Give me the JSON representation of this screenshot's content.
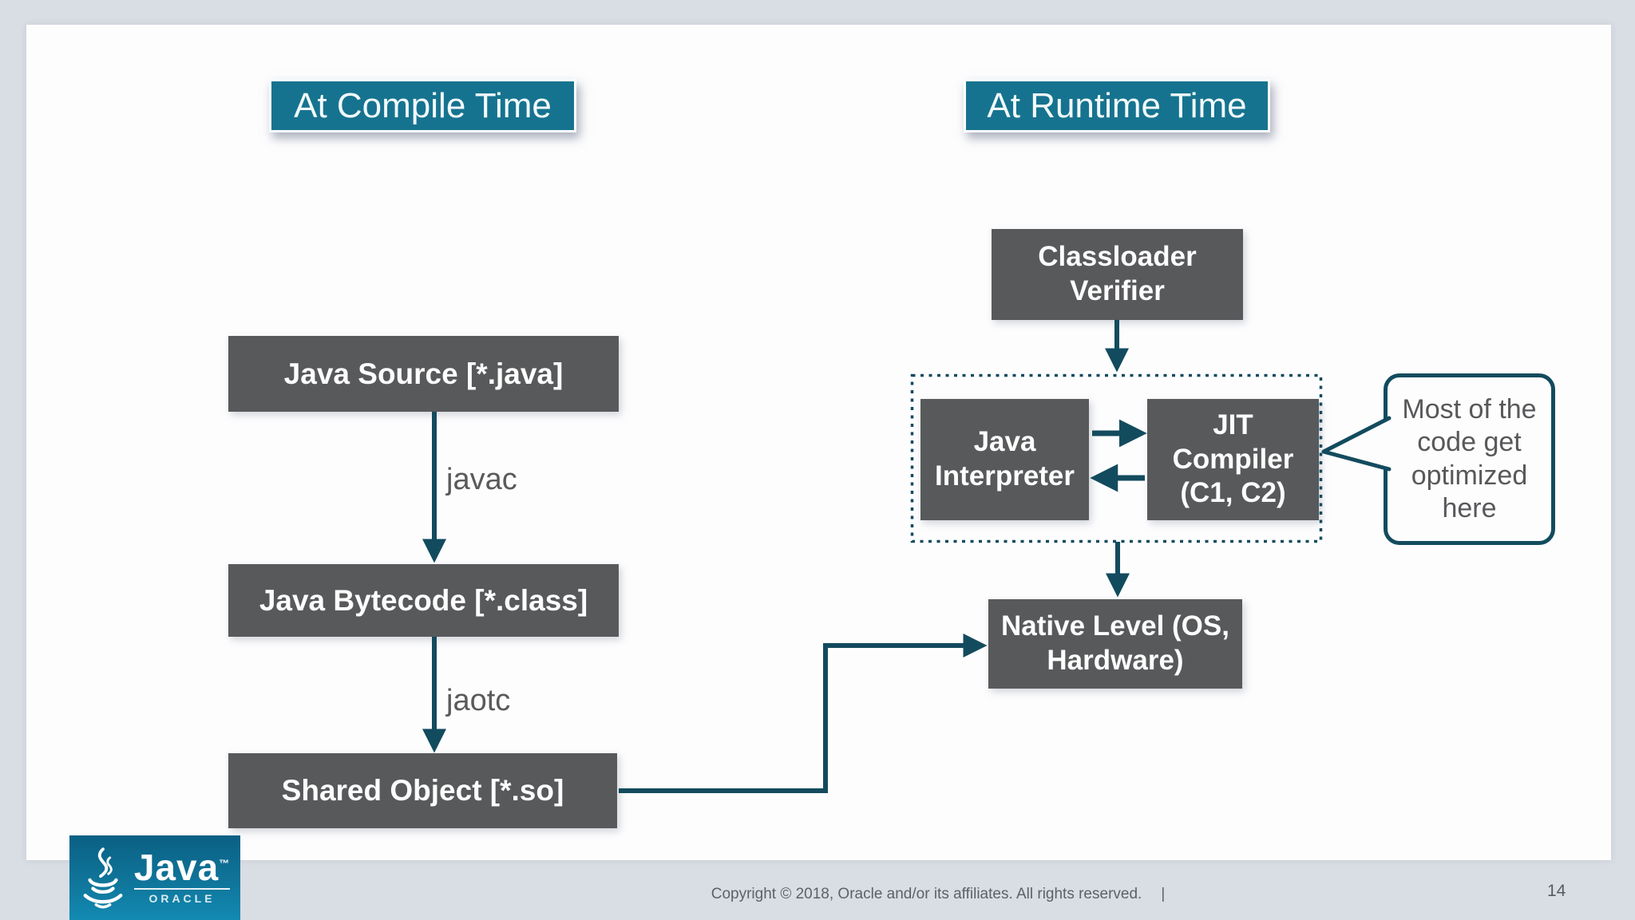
{
  "slide": {
    "stage_labels": {
      "compile": "At Compile Time",
      "runtime": "At Runtime Time"
    },
    "compile_flow": {
      "source_box": "Java Source [*.java]",
      "javac_label": "javac",
      "bytecode_box": "Java Bytecode [*.class]",
      "jaotc_label": "jaotc",
      "shared_object_box": "Shared Object [*.so]"
    },
    "runtime_flow": {
      "classloader_box": "Classloader\nVerifier",
      "interpreter_box": "Java\nInterpreter",
      "jit_box": "JIT\nCompiler\n(C1, C2)",
      "native_box": "Native Level (OS,\nHardware)",
      "callout_note": "Most of the\ncode get\noptimized\nhere"
    },
    "footer": {
      "copyright": "Copyright © 2018, Oracle and/or its affiliates. All rights reserved.",
      "separator": "|",
      "page_number": "14"
    },
    "logo": {
      "brand": "Java",
      "trademark": "™",
      "company": "ORACLE"
    },
    "colors": {
      "stage_label_fill": "#16738f",
      "node_fill": "#58595b",
      "connector": "#134b5e",
      "canvas_background": "#d9dde4",
      "slide_background": "#fdfdfe",
      "muted_text": "#5a5a5a"
    }
  }
}
